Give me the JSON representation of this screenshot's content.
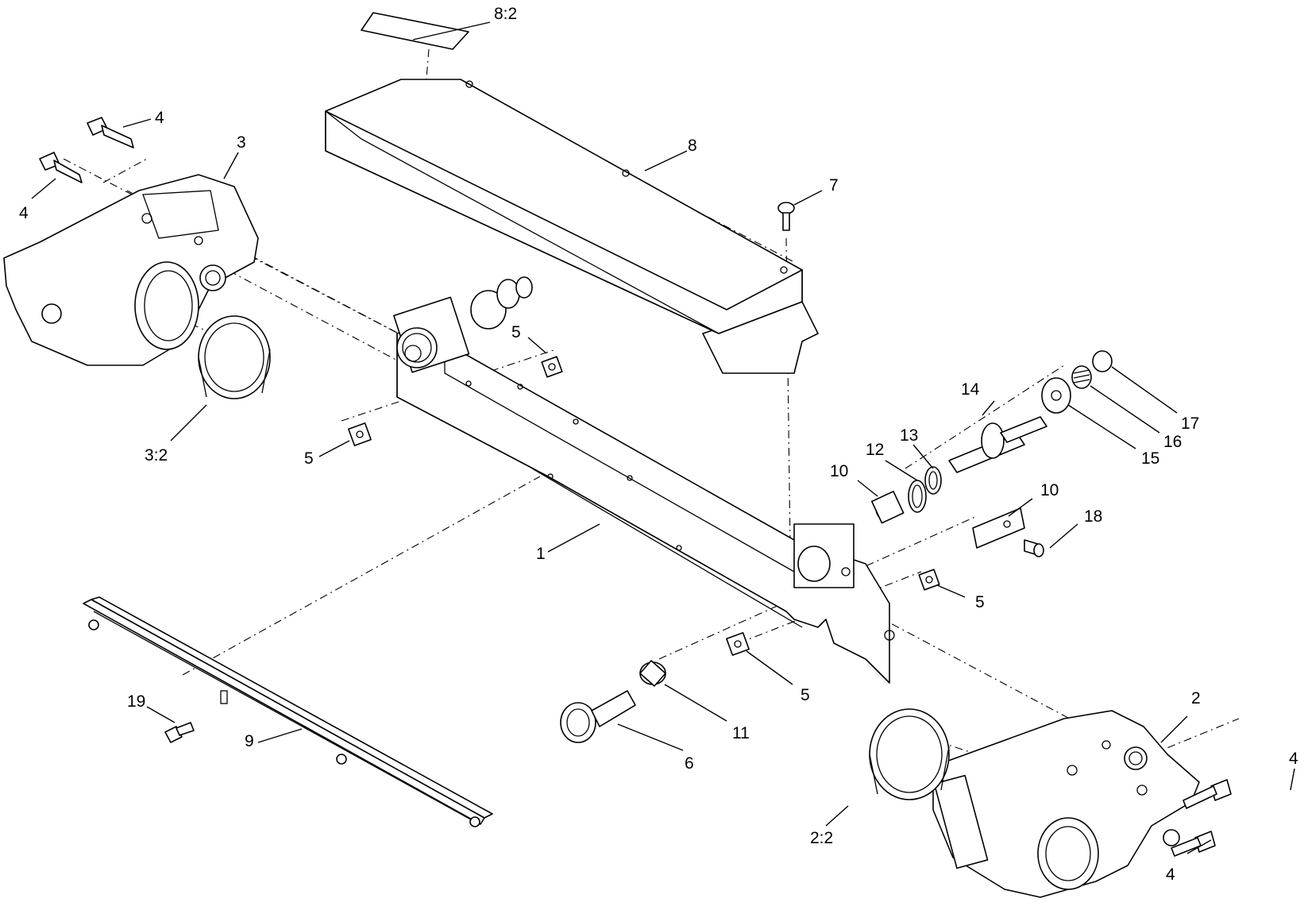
{
  "callouts": [
    {
      "id": "c-8-2",
      "text": "8:2"
    },
    {
      "id": "c-8",
      "text": "8"
    },
    {
      "id": "c-7",
      "text": "7"
    },
    {
      "id": "c-4a",
      "text": "4"
    },
    {
      "id": "c-4b",
      "text": "4"
    },
    {
      "id": "c-3",
      "text": "3"
    },
    {
      "id": "c-3-2",
      "text": "3:2"
    },
    {
      "id": "c-5a",
      "text": "5"
    },
    {
      "id": "c-5b",
      "text": "5"
    },
    {
      "id": "c-5c",
      "text": "5"
    },
    {
      "id": "c-5d",
      "text": "5"
    },
    {
      "id": "c-1",
      "text": "1"
    },
    {
      "id": "c-14",
      "text": "14"
    },
    {
      "id": "c-17",
      "text": "17"
    },
    {
      "id": "c-16",
      "text": "16"
    },
    {
      "id": "c-15",
      "text": "15"
    },
    {
      "id": "c-13",
      "text": "13"
    },
    {
      "id": "c-12",
      "text": "12"
    },
    {
      "id": "c-10a",
      "text": "10"
    },
    {
      "id": "c-10b",
      "text": "10"
    },
    {
      "id": "c-18",
      "text": "18"
    },
    {
      "id": "c-19",
      "text": "19"
    },
    {
      "id": "c-9",
      "text": "9"
    },
    {
      "id": "c-6",
      "text": "6"
    },
    {
      "id": "c-11",
      "text": "11"
    },
    {
      "id": "c-2",
      "text": "2"
    },
    {
      "id": "c-2-2",
      "text": "2:2"
    },
    {
      "id": "c-4c",
      "text": "4"
    },
    {
      "id": "c-4d",
      "text": "4"
    }
  ]
}
